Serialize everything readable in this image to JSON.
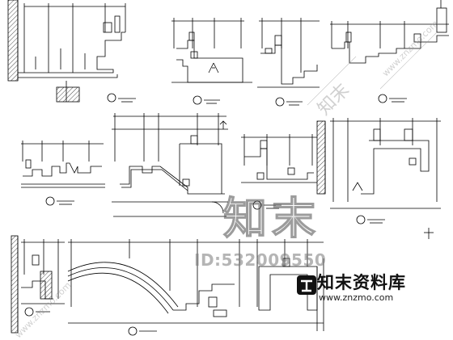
{
  "watermark": {
    "center_text": "知末",
    "id_text": "ID:532009550",
    "brand_title": "知末资料库",
    "brand_url": "www.znzmo.com",
    "diagonal_url_1": "www.znzmo.com",
    "diagonal_url_2": "www.znzmo.com",
    "diagonal_brand": "知末"
  },
  "colors": {
    "line": "#000000",
    "background": "#ffffff",
    "watermark": "#8a8a8a"
  }
}
